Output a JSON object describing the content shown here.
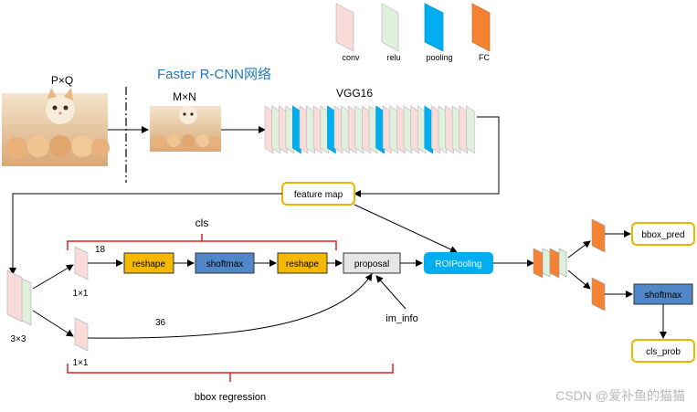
{
  "legend": [
    {
      "label": "conv",
      "color": "#f9dcd9"
    },
    {
      "label": "relu",
      "color": "#dff0dc"
    },
    {
      "label": "pooling",
      "color": "#00aeef"
    },
    {
      "label": "FC",
      "color": "#f58232"
    }
  ],
  "title": "Faster R-CNN网络",
  "input_label": "P×Q",
  "resized_label": "M×N",
  "backbone_label": "VGG16",
  "feature_map_label": "feature map",
  "conv3_label": "3×3",
  "conv1_cls_label": "1×1",
  "conv1_reg_label": "1×1",
  "cls_channels": "18",
  "reg_channels": "36",
  "cls_brace_label": "cls",
  "reg_brace_label": "bbox regression",
  "reshape1_label": "reshape",
  "softmax1_label": "shoftmax",
  "reshape2_label": "reshape",
  "proposal_label": "proposal",
  "im_info_label": "im_info",
  "roipool_label": "ROIPooling",
  "bbox_pred_label": "bbox_pred",
  "softmax2_label": "shoftmax",
  "cls_prob_label": "cls_prob",
  "watermark": "CSDN @爱补鱼的猫猫",
  "colors": {
    "conv": "#f9dcd9",
    "relu": "#dff0dc",
    "pool": "#00aeef",
    "fc": "#f58232",
    "reshape": "#f5b800",
    "softmax": "#4f87c8",
    "proposal": "#e6e6e6",
    "yellow_border": "#f0b400",
    "brace": "#e02020",
    "title": "#1f78c1"
  }
}
